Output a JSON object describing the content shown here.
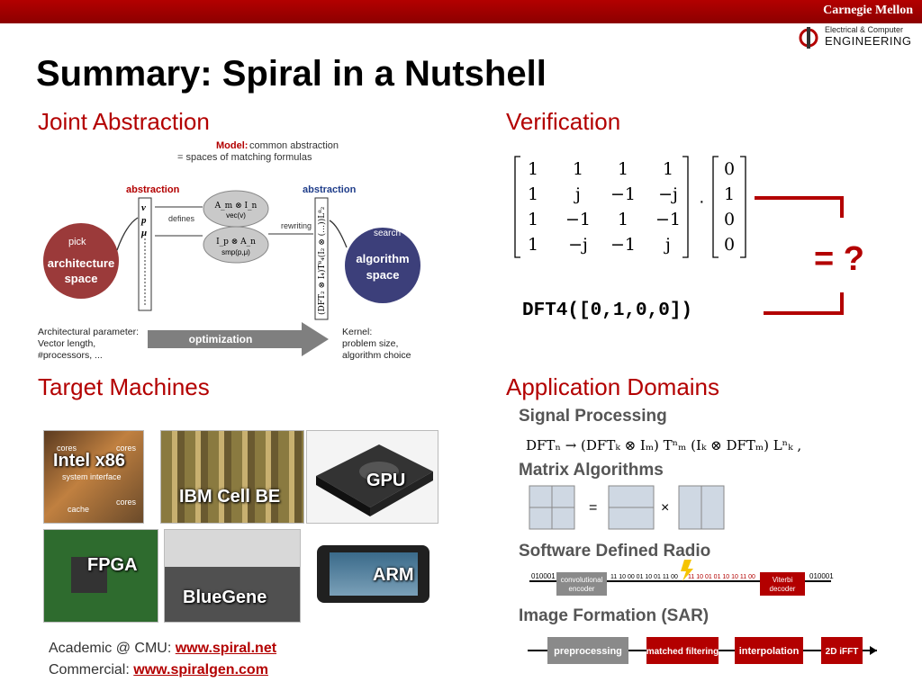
{
  "header": {
    "org": "Carnegie Mellon",
    "dept_line1": "Electrical & Computer",
    "dept_line2": "ENGINEERING"
  },
  "title": "Summary: Spiral in a Nutshell",
  "joint_abstraction": {
    "heading": "Joint Abstraction",
    "model_label": "Model:",
    "model_line1": "common abstraction",
    "model_line2": "= spaces of matching formulas",
    "abstraction_left": "abstraction",
    "abstraction_right": "abstraction",
    "defines": "defines",
    "rewriting": "rewriting",
    "pick": "pick",
    "search": "search",
    "arch_space_1": "architecture",
    "arch_space_2": "space",
    "algo_space_1": "algorithm",
    "algo_space_2": "space",
    "param_v": "v",
    "param_p": "p",
    "param_mu": "μ",
    "formula_top": "A_m ⊗ I_n",
    "formula_top_sub": "vec(v)",
    "formula_bot": "I_p ⊗ A_n",
    "formula_bot_sub": "smp(p,μ)",
    "rotated_formula": "(DFT₂ ⊗ I₄)T⁸₄(I₂ ⊗ (…))L⁸₂",
    "arch_param": [
      "Architectural parameter:",
      "Vector length,",
      "#processors, ..."
    ],
    "optimization": "optimization",
    "kernel": [
      "Kernel:",
      "problem size,",
      "algorithm choice"
    ]
  },
  "verification": {
    "heading": "Verification",
    "matrix": [
      [
        "1",
        "1",
        "1",
        "1"
      ],
      [
        "1",
        "j",
        "−1",
        "−j"
      ],
      [
        "1",
        "−1",
        "1",
        "−1"
      ],
      [
        "1",
        "−j",
        "−1",
        "j"
      ]
    ],
    "vector": [
      "0",
      "1",
      "0",
      "0"
    ],
    "dot": "·",
    "code": "DFT4([0,1,0,0])",
    "equals": "= ?"
  },
  "target_machines": {
    "heading": "Target Machines",
    "tiles": [
      "Intel x86",
      "IBM Cell BE",
      "GPU",
      "FPGA",
      "BlueGene",
      "ARM"
    ],
    "x86_small": [
      "cores",
      "cores",
      "system interface",
      "cache",
      "cores"
    ]
  },
  "footer": {
    "academic_label": "Academic @ CMU:",
    "academic_link": "www.spiral.net",
    "commercial_label": "Commercial:",
    "commercial_link": "www.spiralgen.com"
  },
  "application_domains": {
    "heading": "Application Domains",
    "signal_processing": "Signal Processing",
    "dft_formula": "DFTₙ  →  (DFTₖ ⊗ Iₘ) Tⁿₘ (Iₖ ⊗ DFTₘ) Lⁿₖ ,",
    "matrix_algorithms": "Matrix Algorithms",
    "eq": "=",
    "times": "×",
    "sdr": "Software Defined Radio",
    "sdr_bits_left": "010001",
    "sdr_conv_1": "convolutional",
    "sdr_conv_2": "encoder",
    "sdr_bits_mid": "11 10 00 01 10 01 11 00",
    "sdr_bits_mid2": "11 10 01 01 10 10 11 00",
    "sdr_viterbi_1": "Viterbi",
    "sdr_viterbi_2": "decoder",
    "sdr_bits_right": "010001",
    "sar": "Image Formation (SAR)",
    "sar_steps": [
      "preprocessing",
      "matched filtering",
      "interpolation",
      "2D iFFT"
    ]
  },
  "colors": {
    "accent": "#b30000",
    "text_gray": "#555555"
  }
}
